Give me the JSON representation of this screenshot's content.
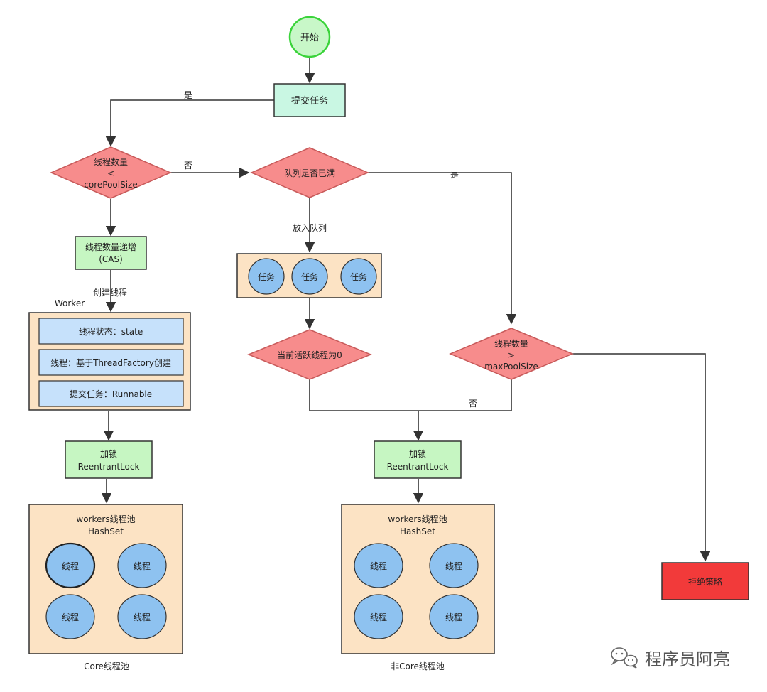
{
  "colors": {
    "terminal_fill": "#c8f7c8",
    "terminal_stroke": "#3ad33a",
    "process_fill": "#c9f7e3",
    "lock_fill": "#c6f6c2",
    "decision_fill": "#f78c8c",
    "decision_stroke": "#c85a5a",
    "container_fill": "#fce3c4",
    "field_fill": "#c6e1fb",
    "circle_fill": "#8ec2f0",
    "reject_fill": "#f23a3a",
    "line": "#333333"
  },
  "nodes": {
    "start": "开始",
    "submit_task": "提交任务",
    "decision_core": {
      "line1": "线程数量",
      "line2": "<",
      "line3": "corePoolSize"
    },
    "decision_queue": "队列是否已满",
    "increment": {
      "line1": "线程数量递增",
      "line2": "(CAS)"
    },
    "worker": {
      "title": "Worker",
      "fields": [
        "线程状态：state",
        "线程：基于ThreadFactory创建",
        "提交任务：Runnable"
      ]
    },
    "queue_items": [
      "任务",
      "任务",
      "任务"
    ],
    "decision_active": "当前活跃线程为0",
    "decision_max": {
      "line1": "线程数量",
      "line2": ">",
      "line3": "maxPoolSize"
    },
    "lock_left": {
      "line1": "加锁",
      "line2": "ReentrantLock"
    },
    "lock_right": {
      "line1": "加锁",
      "line2": "ReentrantLock"
    },
    "pool_left": {
      "title1": "workers线程池",
      "title2": "HashSet",
      "threads": [
        "线程",
        "线程",
        "线程",
        "线程"
      ],
      "caption": "Core线程池"
    },
    "pool_right": {
      "title1": "workers线程池",
      "title2": "HashSet",
      "threads": [
        "线程",
        "线程",
        "线程",
        "线程"
      ],
      "caption": "非Core线程池"
    },
    "reject": "拒绝策略"
  },
  "edge_labels": {
    "submit_yes": "是",
    "core_no": "否",
    "queue_yes": "是",
    "enqueue": "放入队列",
    "create_thread": "创建线程",
    "max_no": "否"
  },
  "watermark": "程序员阿亮",
  "watermark_icon": "wechat-icon"
}
